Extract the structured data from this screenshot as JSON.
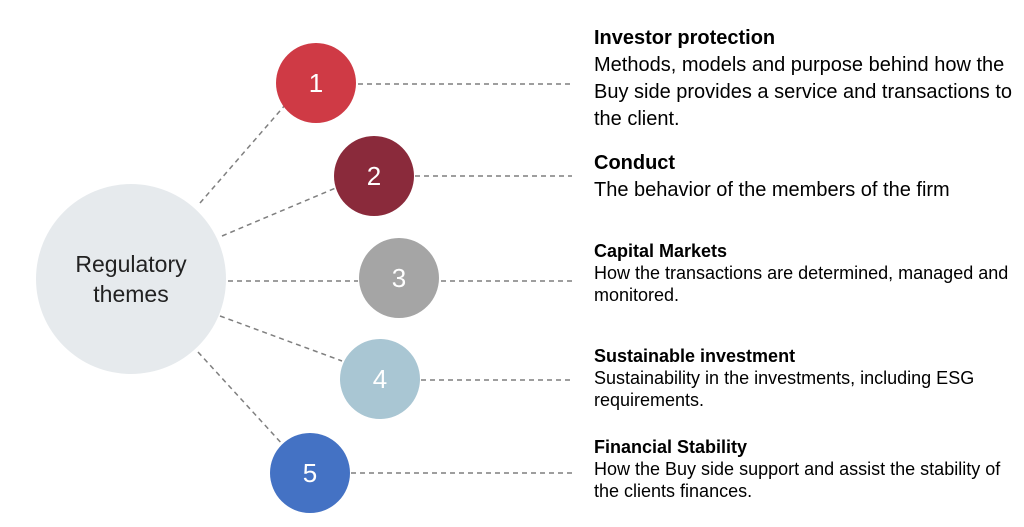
{
  "hub": {
    "label_line1": "Regulatory",
    "label_line2": "themes",
    "color": "#e6eaed"
  },
  "themes": [
    {
      "number": "1",
      "title": "Investor protection",
      "description": "Methods, models and purpose behind how the Buy side provides a service and transactions to the client.",
      "color": "#cf3a45"
    },
    {
      "number": "2",
      "title": "Conduct",
      "description": "The behavior of the members of the firm",
      "color": "#8a2a3b"
    },
    {
      "number": "3",
      "title": "Capital Markets",
      "description": "How the transactions are determined, managed and monitored.",
      "color": "#a5a5a5"
    },
    {
      "number": "4",
      "title": "Sustainable investment",
      "description": "Sustainability in the investments, including ESG requirements.",
      "color": "#a9c6d3"
    },
    {
      "number": "5",
      "title": "Financial Stability",
      "description": "How the Buy side support and assist the stability of the clients finances.",
      "color": "#4472c4"
    }
  ]
}
